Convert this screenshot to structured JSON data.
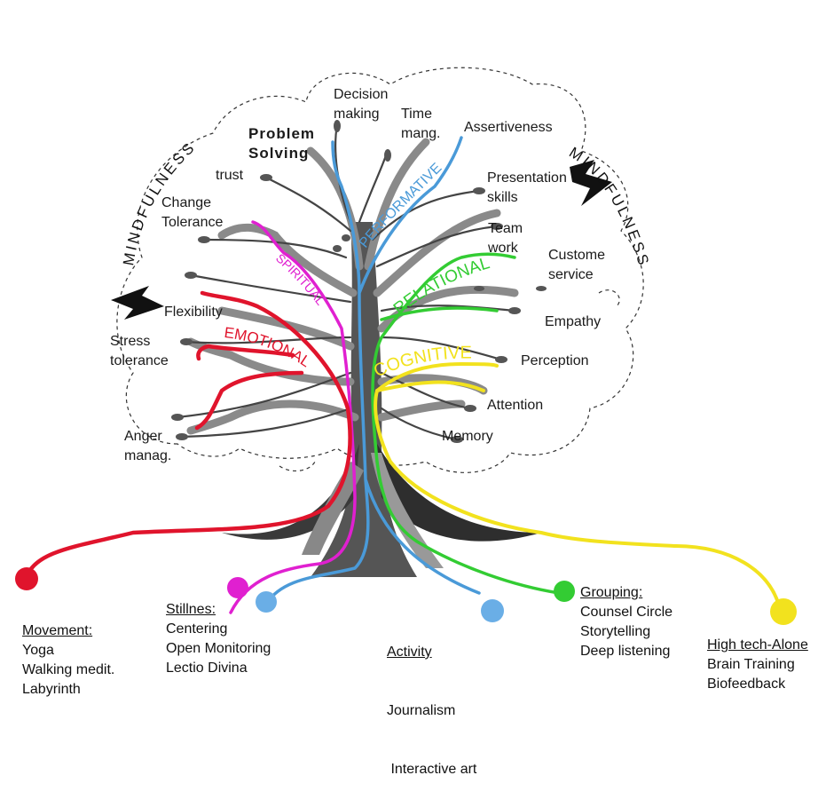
{
  "side_labels": {
    "left": "MINDFULNESS",
    "right": "MINDFULNESS"
  },
  "branches": {
    "spiritual": {
      "name": "SPIRITUAL",
      "color": "#e020d0"
    },
    "emotional": {
      "name": "EMOTIONAL",
      "color": "#e0142c"
    },
    "performative": {
      "name": "PERFORMATIVE",
      "color": "#4a9ad8"
    },
    "relational": {
      "name": "RELATIONAL",
      "color": "#33cc33"
    },
    "cognitive": {
      "name": "COGNITIVE",
      "color": "#f2e21e"
    }
  },
  "skills": {
    "decision_making_1": "Decision",
    "decision_making_2": "making",
    "time_mang_1": "Time",
    "time_mang_2": "mang.",
    "problem_solving_1": "Problem",
    "problem_solving_2": "Solving",
    "assertiveness": "Assertiveness",
    "presentation_1": "Presentation",
    "presentation_2": "skills",
    "trust": "trust",
    "change_tolerance_1": "Change",
    "change_tolerance_2": "Tolerance",
    "team_work_1": "Team",
    "team_work_2": "work",
    "customer_service_1": "Custome",
    "customer_service_2": "service",
    "flexibility": "Flexibility",
    "empathy": "Empathy",
    "stress_tolerance_1": "Stress",
    "stress_tolerance_2": "tolerance",
    "perception": "Perception",
    "attention": "Attention",
    "anger_manag_1": "Anger",
    "anger_manag_2": "manag.",
    "memory": "Memory"
  },
  "practice_groups": [
    {
      "heading": "Movement:",
      "items": [
        "Yoga",
        "Walking medit.",
        "Labyrinth"
      ],
      "color": "#e0142c"
    },
    {
      "heading": "Stillnes:",
      "items": [
        "Centering",
        "Open Monitoring",
        "Lectio Divina"
      ],
      "color": "#e020d0"
    },
    {
      "heading": "Activity",
      "items": [
        "Journalism",
        " Interactive art"
      ],
      "color": "#6aaee6"
    },
    {
      "heading": "Grouping:",
      "items": [
        "Counsel Circle",
        "Storytelling",
        "Deep listening"
      ],
      "color": "#33cc33"
    },
    {
      "heading": "High tech-Alone",
      "items": [
        "Brain Training",
        "Biofeedback"
      ],
      "color": "#f2e21e"
    }
  ]
}
